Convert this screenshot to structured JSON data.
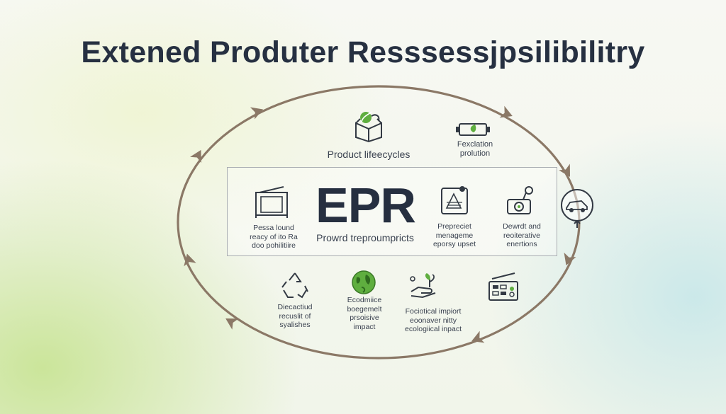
{
  "title": "Extened Produter Resssessjpsilibilitry",
  "center": {
    "acronym": "EPR",
    "subtitle": "Prowrd treproumpricts"
  },
  "nodes": {
    "top_left": {
      "label": "Product lifeecycles",
      "icon": "hands-leaf-box-icon"
    },
    "top_right": {
      "line1": "Fexclation",
      "line2": "prolution",
      "icon": "battery-leaf-icon"
    },
    "box_left": {
      "line1": "Pessa lound",
      "line2": "reacy of ito Ra",
      "line3": "doo pohilitiire",
      "icon": "frame-structure-icon"
    },
    "box_mid_right": {
      "line1": "Prepreciet",
      "line2": "menageme",
      "line3": "eporsy upset",
      "icon": "document-pin-icon"
    },
    "box_right": {
      "line1": "Dewrdt and",
      "line2": "reoiterative",
      "line3": "enertions",
      "icon": "camera-device-icon"
    },
    "right_edge": {
      "icon": "car-circle-icon"
    },
    "bottom_1": {
      "line1": "Diecactiud",
      "line2": "recuslit of",
      "line3": "syalishes",
      "icon": "recycle-icon"
    },
    "bottom_2": {
      "line1": "Ecodmiice",
      "line2": "boegemelt",
      "line3": "prsoisive",
      "line4": "impact",
      "icon": "globe-icon"
    },
    "bottom_3": {
      "line1": "Fociotical impiort",
      "line2": "eoonaver nitty",
      "line3": "ecologiical inpact",
      "icon": "hand-plant-icon"
    },
    "bottom_right": {
      "icon": "dashboard-panel-icon"
    }
  },
  "colors": {
    "loop": "#8b7866",
    "accent_green": "#5fae3f",
    "text_dark": "#263041",
    "icon_stroke": "#333a44"
  }
}
